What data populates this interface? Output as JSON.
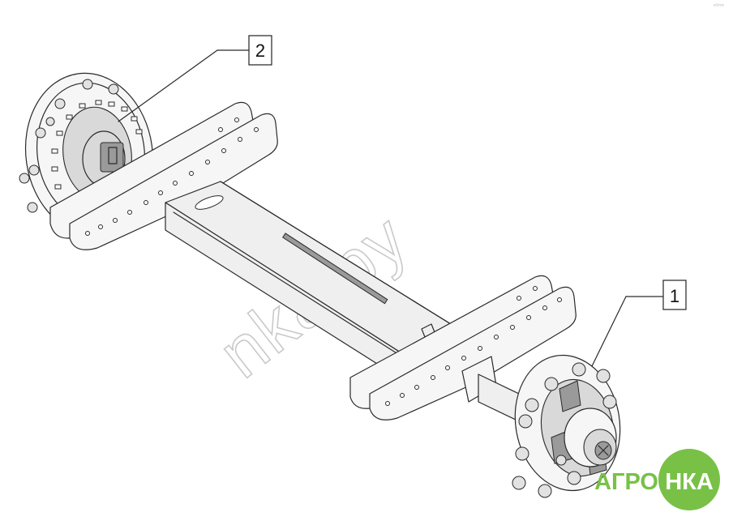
{
  "callouts": [
    {
      "id": "callout-1",
      "label": "1"
    },
    {
      "id": "callout-2",
      "label": "2"
    }
  ],
  "watermark": {
    "text": "nka.by"
  },
  "logo": {
    "left_text": "АГРО",
    "right_text": "НКА",
    "color": "#78c146"
  },
  "corner_mark": {
    "text": "ᵉ⁰ʳᵐ"
  }
}
